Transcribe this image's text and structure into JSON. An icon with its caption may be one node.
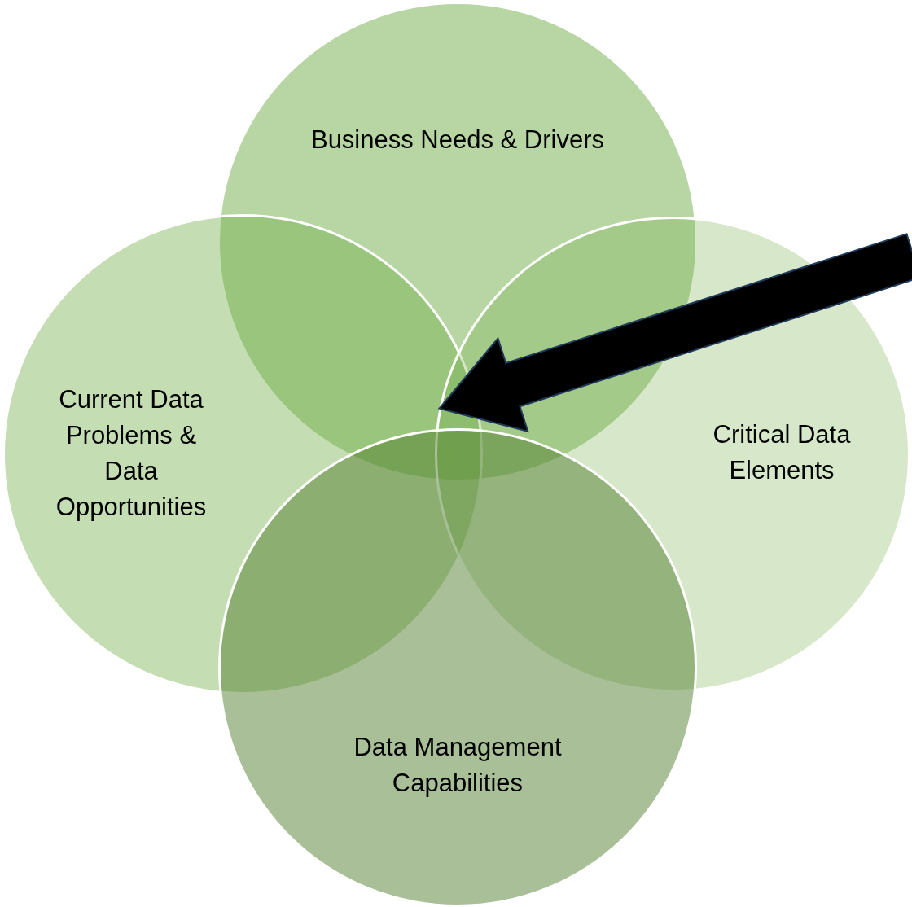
{
  "diagram": {
    "nodes": [
      {
        "text": [
          "Business Needs & Drivers"
        ]
      },
      {
        "text": [
          "Current Data Problems & Data Opportunities"
        ]
      },
      {
        "text": [
          "Critical Data Elements"
        ]
      },
      {
        "text": [
          "Data Management Capabilities"
        ]
      }
    ],
    "edges": [
      {
        "from": null,
        "to": 2,
        "arrow": "to"
      }
    ]
  }
}
